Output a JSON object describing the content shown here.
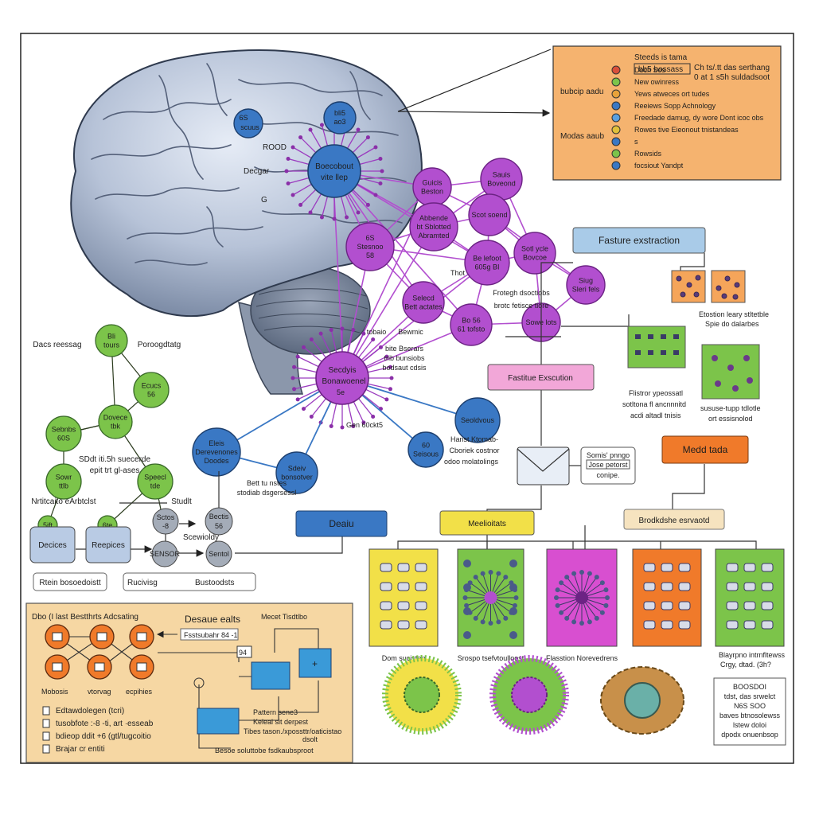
{
  "colors": {
    "purple": "#b24fcf",
    "purple_dark": "#8a2fa8",
    "green": "#7cc44a",
    "blue": "#3a78c4",
    "orange_panel": "#f5b36f",
    "yellow": "#f2e048",
    "magenta": "#d84fd0",
    "orange": "#f07a2a",
    "lightblue": "#a9cbe8",
    "gray": "#a4acb8"
  },
  "legend": {
    "title_lines": [
      "Steeds is tama",
      "bb5 bossass",
      "Ch ts/.tt das serthang",
      "0 at 1 s5h suldadsoot"
    ],
    "side_labels": [
      "bubcip aadu",
      "Modas aaub"
    ],
    "entries": [
      {
        "text": "Doch Sos",
        "color": "#d94f3a"
      },
      {
        "text": "New owinress",
        "color": "#7cc44a"
      },
      {
        "text": "Yews atweces ort tudes",
        "color": "#e8a23a"
      },
      {
        "text": "Reeiews Sopp Achnology",
        "color": "#3a78c4"
      },
      {
        "text": "Freedade damug, dy wore Dont icoc obs",
        "color": "#5aa0e0"
      },
      {
        "text": "Rowes tive Eieonout tnistandeas",
        "color": "#e0c03a"
      },
      {
        "text": "s",
        "color": "#3a78c4"
      },
      {
        "text": "Rowsids",
        "color": "#7cc44a"
      },
      {
        "text": "focsiout Yandpt",
        "color": "#3a78c4"
      }
    ]
  },
  "brain": {
    "node_top_left": [
      "6S",
      "scuus"
    ],
    "node_top_right": [
      "bli5",
      "ao3"
    ],
    "hub_top": [
      "Boecobout",
      "vite llep"
    ],
    "label_rood": "ROOD",
    "label_decger": "Decgar",
    "label_g": "G",
    "hub_bottom": [
      "Secdyis",
      "Bonawoenel",
      "5e"
    ]
  },
  "purple_nodes": [
    [
      "Sauis",
      "Boveond"
    ],
    [
      "Guicis",
      "Beston"
    ],
    [
      "Abbende",
      "bt Sblotted",
      "Abramted"
    ],
    [
      "Scot soend"
    ],
    [
      "6S",
      "Stesnoo",
      "58"
    ],
    [
      "Be lefoot",
      "605g BI"
    ],
    [
      "Sotl ycle",
      "Bovcoe"
    ],
    [
      "Siug",
      "Sleri fels"
    ],
    [
      "Selecd",
      "Bett actates"
    ],
    [
      "Bo 56",
      "61 tofsto"
    ],
    [
      "Sowe lots"
    ]
  ],
  "purple_labels": [
    "Thot",
    "Frotegh dsoctiobs",
    "brotc fetisce tiore",
    "Bewmic",
    "tobaio",
    "bite Bserars",
    "trib bunsiobs",
    "bodsaut cdsis",
    "Gen 60ckt5"
  ],
  "blue_nodes": [
    [
      "Eleis",
      "Derevenones",
      "Doodes"
    ],
    [
      "Sdeiv",
      "bonsotver"
    ],
    [
      "Seoldvous"
    ],
    [
      "60",
      "Seisous"
    ]
  ],
  "blue_labels": [
    "Bett tu nstes",
    "stodiab dsgersessl",
    "Hanst Ktomab-",
    "Cboriek costnor",
    "odoo molatolings"
  ],
  "green_nodes": [
    [
      "Bli",
      "tours"
    ],
    [
      "Ecucs",
      "56"
    ],
    [
      "Dovece",
      "tbk"
    ],
    [
      "Sebnbs",
      "60S"
    ],
    [
      "Sowr",
      "ttlb"
    ],
    [
      "Speecl",
      "tde"
    ],
    [
      "5ift"
    ],
    [
      "6te"
    ]
  ],
  "green_labels": [
    "Dacs reessag",
    "Poroogdtatg",
    "SDdt iti.5h suecerde",
    "epit trt gl-ases",
    "Nrtitcaito eArbtclst",
    "Studlt"
  ],
  "process_nodes": {
    "box_left": "Decices",
    "box_mid": "Reepices",
    "gray1": [
      "Sctos",
      "-8"
    ],
    "gray2": [
      "Bectis",
      "56"
    ],
    "sensor": "SENSOR",
    "gray3": "Sentol",
    "label_scow": "Scewioldy",
    "bar_left": "Rtein bosoedoistt",
    "bar_mid_a": "Rucivisg",
    "bar_mid_b": "Bustoodsts"
  },
  "feature": {
    "top": "Fasture exstraction",
    "mid": "Fastitue Exscution",
    "label_a": [
      "Etostion leary stltetble",
      "Spie do dalarbes"
    ],
    "label_b": [
      "Flistror ypeossatl",
      "sotltona fl ancnnnitd",
      "acdi altadl tnisis"
    ],
    "label_c": [
      "sususe-tupp tdlotle",
      "ort essisnolod"
    ]
  },
  "bottom_center": {
    "envelope_box": "",
    "small_box": [
      "Somis' pnngo",
      "Jose petorst",
      "conipe."
    ],
    "detail": "Deaiu",
    "meds": "Meelioitats",
    "medical": "Medd tada",
    "brookshe": "Brodkdshe esrvaotd"
  },
  "panels": [
    {
      "color": "#f2e048",
      "label": "Dom sucisten"
    },
    {
      "color": "#7cc44a",
      "label": "Srospo tsefvtoulloost"
    },
    {
      "color": "#d84fd0",
      "label": "Flasstion Norevedrens"
    },
    {
      "color": "#f07a2a",
      "label": ""
    },
    {
      "color": "#7cc44a",
      "label": ""
    }
  ],
  "panel_right_label": [
    "Blayrpno intrnfltewss",
    "Crgy, dtad. (3h?"
  ],
  "bottom_right_box": [
    "BOOSDOI",
    "tdst, das srwelct",
    "N6S SOO",
    "baves btnosolewss",
    "lstew doloi",
    "dpodx onuenbsop"
  ],
  "bottom_left_panel": {
    "title_left": "Dbo (I last Bestthrts Adcsating",
    "title_right": "Desaue ealts",
    "field_a": "Fsstsubahr 84 -1",
    "label_mace": "Mecet Tisdtlbo",
    "box_num": "94",
    "node_labels_left": [
      "Mobosis",
      "vtorvag",
      "ecpihies"
    ],
    "list": [
      "Edtawdolegen (tcri)",
      "tusobfote :-8 -ti, art ·esseab",
      "bdieop ddit +6 (gtl/tugcoitio",
      "Brajar cr entiti"
    ],
    "pattern": "Pattern sene3",
    "keleal": "Keleal sit derpest",
    "tibes": "Tibes tason./xpossttr/oaticistao",
    "dsolt": "dsolt",
    "bottom": "Besoe soluttobe fsdkaubsproot"
  }
}
